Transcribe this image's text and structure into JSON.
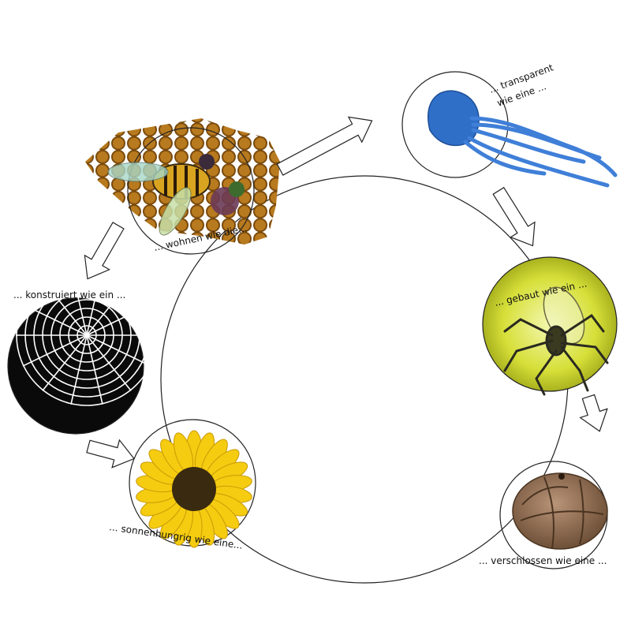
{
  "diagram": {
    "colors": {
      "line": "#222222",
      "honeycomb": "#9a5e12",
      "jellyfish": "#2f6fc8",
      "sunflower_petal": "#f5cc10",
      "sunflower_center": "#3a2a10",
      "walnut": "#8b6a4e",
      "spider_bg": "#d7e13a"
    },
    "stages": [
      {
        "key": "bee",
        "label": "... wohnen wie die..."
      },
      {
        "key": "jellyfish",
        "label_line1": "... transparent",
        "label_line2": "wie eine ..."
      },
      {
        "key": "glass-spider",
        "label": "... gebaut wie ein ..."
      },
      {
        "key": "walnut",
        "label": "... verschlossen wie eine ..."
      },
      {
        "key": "sunflower",
        "label": "... sonnenhungrig wie eine..."
      },
      {
        "key": "spiderweb",
        "label": "... konstruiert wie ein ..."
      }
    ]
  }
}
